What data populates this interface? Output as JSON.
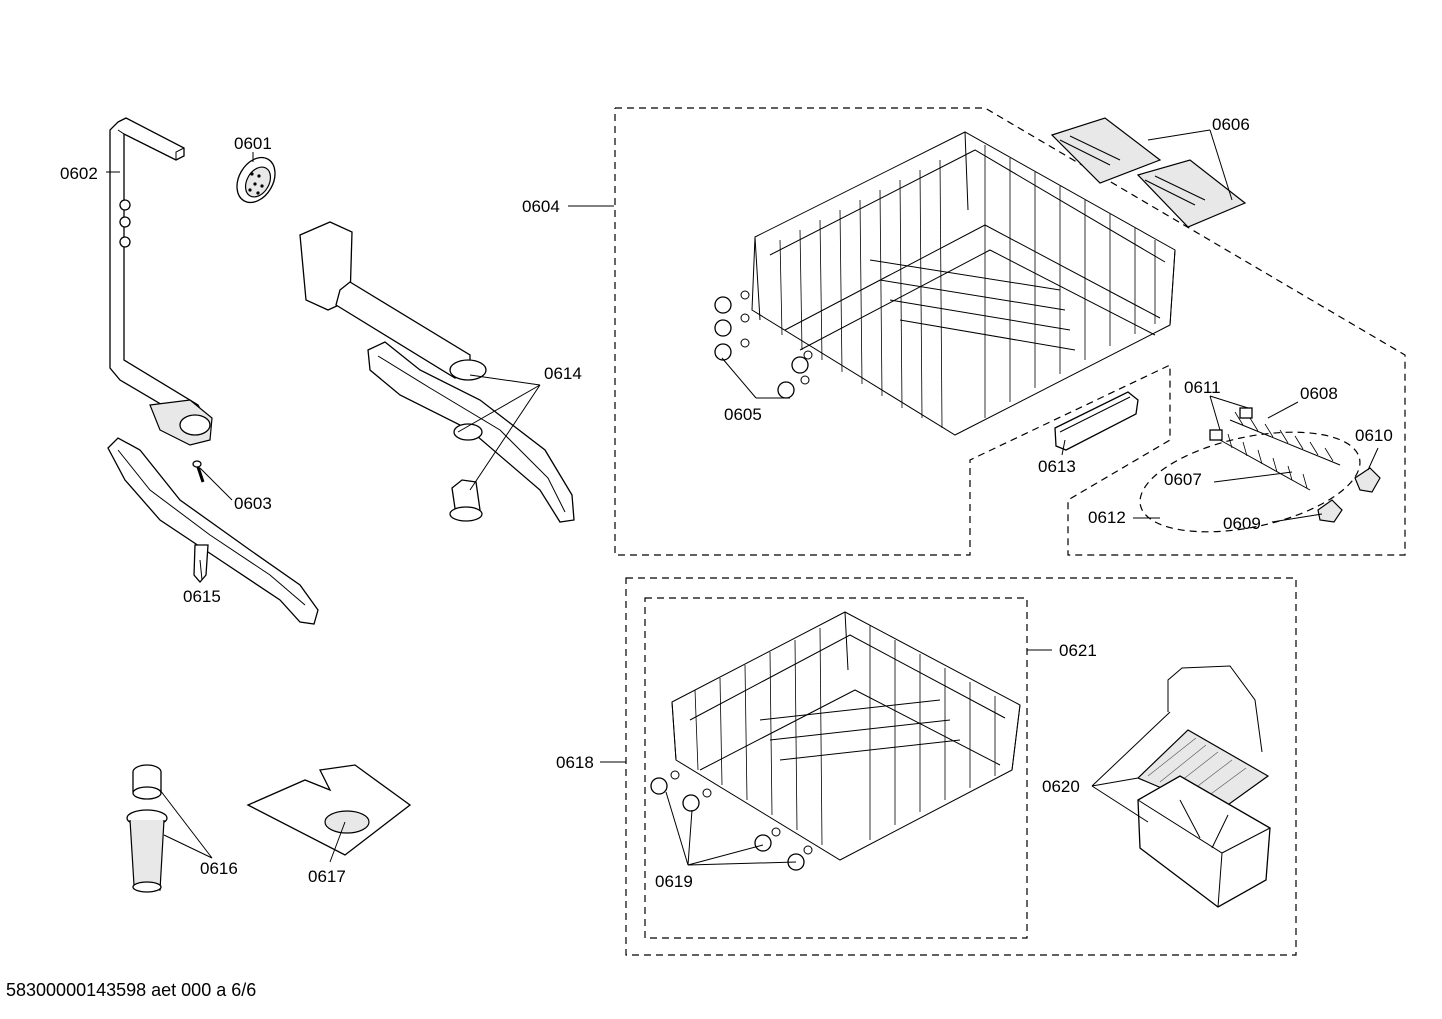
{
  "diagram": {
    "labels": {
      "p0601": "0601",
      "p0602": "0602",
      "p0603": "0603",
      "p0604": "0604",
      "p0605": "0605",
      "p0606": "0606",
      "p0607": "0607",
      "p0608": "0608",
      "p0609": "0609",
      "p0610": "0610",
      "p0611": "0611",
      "p0612": "0612",
      "p0613": "0613",
      "p0614": "0614",
      "p0615": "0615",
      "p0616": "0616",
      "p0617": "0617",
      "p0618": "0618",
      "p0619": "0619",
      "p0620": "0620",
      "p0621": "0621"
    }
  },
  "footer": {
    "code": "58300000143598 aet 000 a 6/6"
  }
}
